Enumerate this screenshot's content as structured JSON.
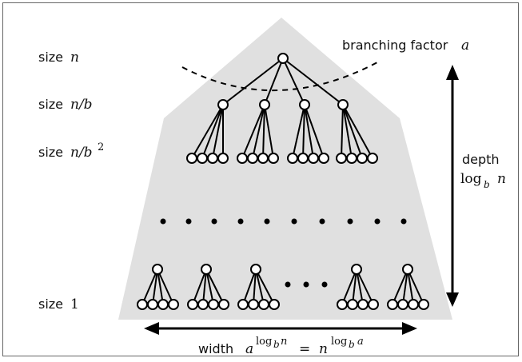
{
  "labels": {
    "size_prefix": "size",
    "level0_math": "n",
    "level1_math": "n/b",
    "level2_math": "n/b",
    "level2_exp": "2",
    "leaf_value": "1",
    "branching_text": "branching factor",
    "branching_var": "a",
    "depth_text": "depth",
    "depth_log": "log",
    "depth_base": "b",
    "depth_var": "n",
    "width_text": "width",
    "width_base_a": "a",
    "width_log": "log",
    "width_sub_b": "b",
    "width_var_n": "n",
    "width_eq": "=",
    "width_base_n": "n",
    "width_var_a": "a"
  },
  "colors": {
    "shape_fill": "#e0e0e0",
    "stroke": "#000000",
    "node_fill": "#ffffff",
    "frame": "#666666"
  }
}
